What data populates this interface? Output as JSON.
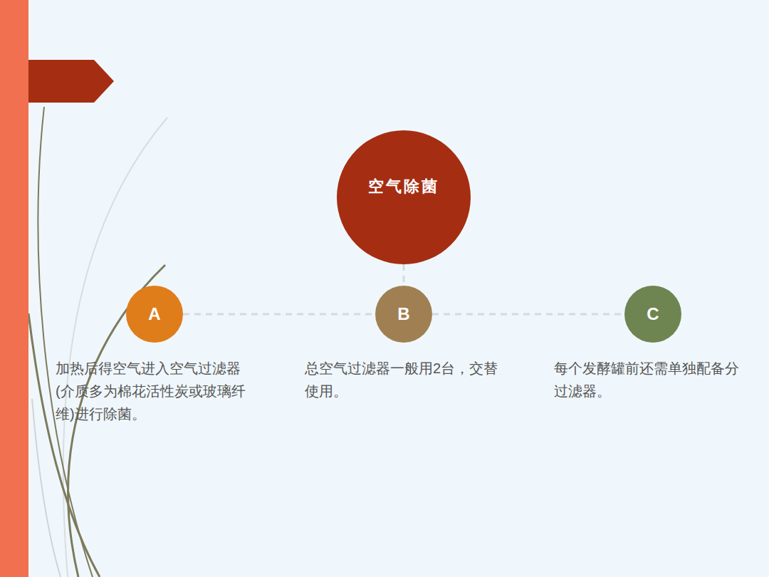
{
  "diagram": {
    "nodes": [
      {
        "text": [
          "空气除菌"
        ]
      },
      {
        "text": [
          "A",
          "加热后得空气进入空气过滤器(介质多为棉花活性炭或玻璃纤维)进行除菌。"
        ]
      },
      {
        "text": [
          "B",
          "总空气过滤器一般用2台，交替使用。"
        ]
      },
      {
        "text": [
          "C",
          "每个发酵罐前还需单独配备分过滤器。"
        ]
      }
    ],
    "edges": [
      {
        "from": 0,
        "to": 2,
        "arrow": "none"
      },
      {
        "from": 1,
        "to": 2,
        "arrow": "none"
      },
      {
        "from": 2,
        "to": 3,
        "arrow": "none"
      }
    ]
  }
}
